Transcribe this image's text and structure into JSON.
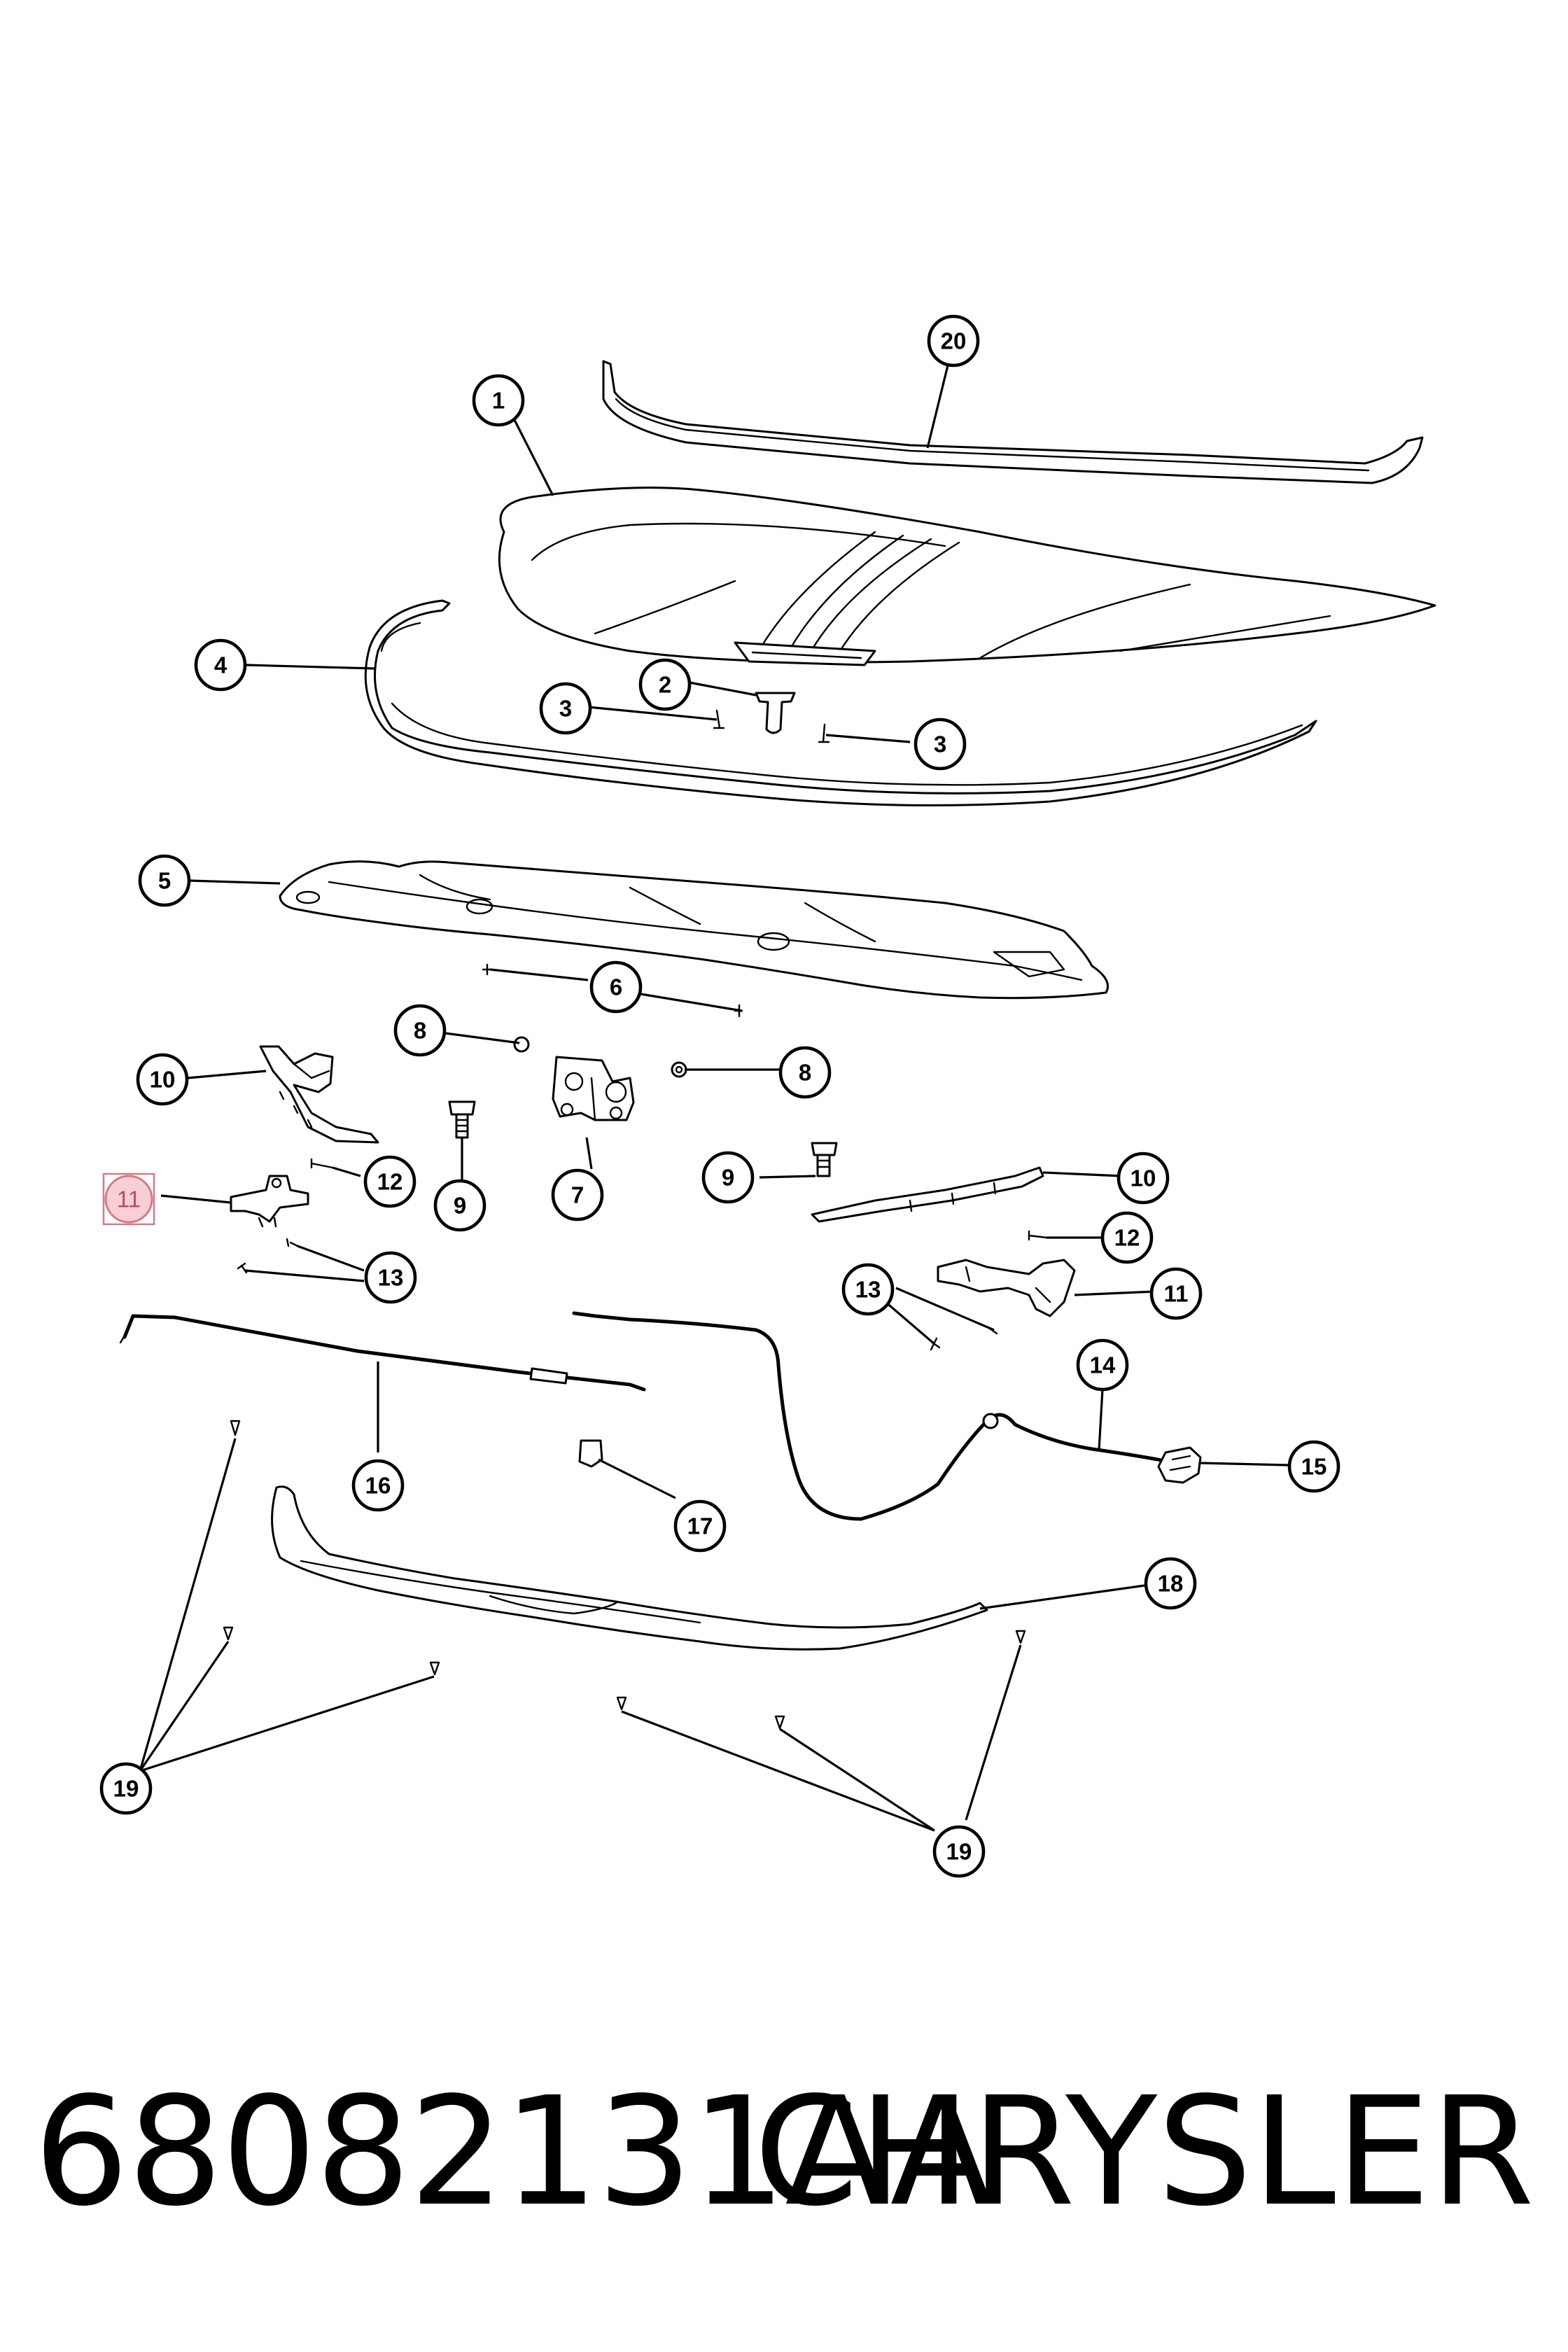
{
  "callouts": {
    "c1": "1",
    "c2": "2",
    "c3a": "3",
    "c3b": "3",
    "c4": "4",
    "c5": "5",
    "c6": "6",
    "c7": "7",
    "c8a": "8",
    "c8b": "8",
    "c9a": "9",
    "c9b": "9",
    "c10a": "10",
    "c10b": "10",
    "c11a": "11",
    "c11b": "11",
    "c12a": "12",
    "c12b": "12",
    "c13a": "13",
    "c13b": "13",
    "c14": "14",
    "c15": "15",
    "c16": "16",
    "c17": "17",
    "c18": "18",
    "c19a": "19",
    "c19b": "19",
    "c20": "20"
  },
  "highlighted_callout": "11",
  "footer": {
    "part_number": "68082131AA",
    "brand": "CHRYSLER"
  },
  "colors": {
    "line": "#000000",
    "highlight_fill": "#f7cfd6",
    "highlight_stroke": "#d77a86"
  }
}
